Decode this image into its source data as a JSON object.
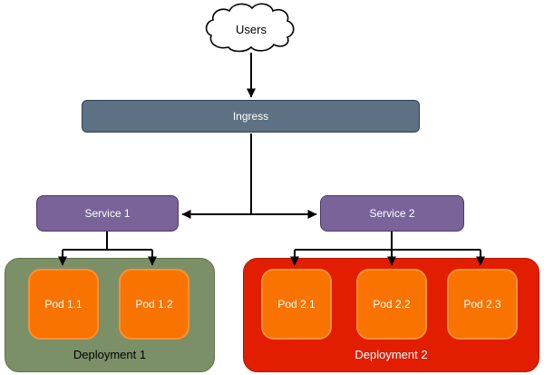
{
  "diagram": {
    "title_hint": "Kubernetes ingress/service/deployment diagram",
    "cloud": {
      "label": "Users"
    },
    "ingress": {
      "label": "Ingress",
      "fill": "#5d7084",
      "border": "#31404f",
      "text_color": "#ffffff"
    },
    "services": [
      {
        "label": "Service 1",
        "fill": "#7a6399",
        "border": "#4d3a63",
        "text_color": "#ffffff"
      },
      {
        "label": "Service 2",
        "fill": "#7a6399",
        "border": "#4d3a63",
        "text_color": "#ffffff"
      }
    ],
    "deployments": [
      {
        "label": "Deployment 1",
        "fill": "#7c9068",
        "border": "#5f7347",
        "text_color": "#000000",
        "pods": [
          {
            "label": "Pod 1.1"
          },
          {
            "label": "Pod 1.2"
          }
        ]
      },
      {
        "label": "Deployment 2",
        "fill": "#e21d00",
        "border": "#b51700",
        "text_color": "#ffffff",
        "pods": [
          {
            "label": "Pod 2.1"
          },
          {
            "label": "Pod 2.2"
          },
          {
            "label": "Pod 2.3"
          }
        ]
      }
    ],
    "pod_style": {
      "fill": "#f97300",
      "border": "#fa9133",
      "text_color": "#ffffff"
    },
    "connector_color": "#000000",
    "edges": [
      "Users -> Ingress",
      "Ingress -> Service 1",
      "Ingress -> Service 2",
      "Service 1 -> Pod 1.1",
      "Service 1 -> Pod 1.2",
      "Service 2 -> Pod 2.1",
      "Service 2 -> Pod 2.2",
      "Service 2 -> Pod 2.3"
    ]
  }
}
